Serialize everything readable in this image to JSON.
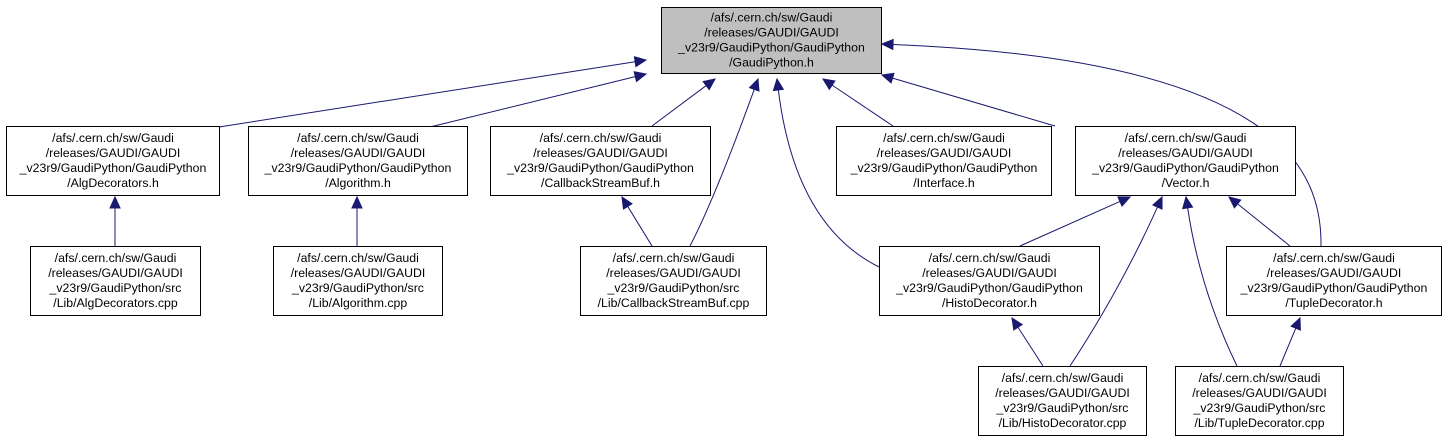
{
  "colors": {
    "edge": "#191970",
    "focus_fill": "#bfbfbf",
    "node_fill": "#ffffff",
    "border": "#000000"
  },
  "nodes": {
    "gaudipython_h": [
      "/afs/.cern.ch/sw/Gaudi",
      "/releases/GAUDI/GAUDI",
      "_v23r9/GaudiPython/GaudiPython",
      "/GaudiPython.h"
    ],
    "algdecorators_h": [
      "/afs/.cern.ch/sw/Gaudi",
      "/releases/GAUDI/GAUDI",
      "_v23r9/GaudiPython/GaudiPython",
      "/AlgDecorators.h"
    ],
    "algorithm_h": [
      "/afs/.cern.ch/sw/Gaudi",
      "/releases/GAUDI/GAUDI",
      "_v23r9/GaudiPython/GaudiPython",
      "/Algorithm.h"
    ],
    "callbackstreambuf_h": [
      "/afs/.cern.ch/sw/Gaudi",
      "/releases/GAUDI/GAUDI",
      "_v23r9/GaudiPython/GaudiPython",
      "/CallbackStreamBuf.h"
    ],
    "interface_h": [
      "/afs/.cern.ch/sw/Gaudi",
      "/releases/GAUDI/GAUDI",
      "_v23r9/GaudiPython/GaudiPython",
      "/Interface.h"
    ],
    "vector_h": [
      "/afs/.cern.ch/sw/Gaudi",
      "/releases/GAUDI/GAUDI",
      "_v23r9/GaudiPython/GaudiPython",
      "/Vector.h"
    ],
    "algdecorators_cpp": [
      "/afs/.cern.ch/sw/Gaudi",
      "/releases/GAUDI/GAUDI",
      "_v23r9/GaudiPython/src",
      "/Lib/AlgDecorators.cpp"
    ],
    "algorithm_cpp": [
      "/afs/.cern.ch/sw/Gaudi",
      "/releases/GAUDI/GAUDI",
      "_v23r9/GaudiPython/src",
      "/Lib/Algorithm.cpp"
    ],
    "callbackstreambuf_cpp": [
      "/afs/.cern.ch/sw/Gaudi",
      "/releases/GAUDI/GAUDI",
      "_v23r9/GaudiPython/src",
      "/Lib/CallbackStreamBuf.cpp"
    ],
    "histodecorator_h": [
      "/afs/.cern.ch/sw/Gaudi",
      "/releases/GAUDI/GAUDI",
      "_v23r9/GaudiPython/GaudiPython",
      "/HistoDecorator.h"
    ],
    "tupledecorator_h": [
      "/afs/.cern.ch/sw/Gaudi",
      "/releases/GAUDI/GAUDI",
      "_v23r9/GaudiPython/GaudiPython",
      "/TupleDecorator.h"
    ],
    "histodecorator_cpp": [
      "/afs/.cern.ch/sw/Gaudi",
      "/releases/GAUDI/GAUDI",
      "_v23r9/GaudiPython/src",
      "/Lib/HistoDecorator.cpp"
    ],
    "tupledecorator_cpp": [
      "/afs/.cern.ch/sw/Gaudi",
      "/releases/GAUDI/GAUDI",
      "_v23r9/GaudiPython/src",
      "/Lib/TupleDecorator.cpp"
    ]
  },
  "edges": [
    {
      "from": "algdecorators_h",
      "to": "gaudipython_h"
    },
    {
      "from": "algorithm_h",
      "to": "gaudipython_h"
    },
    {
      "from": "callbackstreambuf_h",
      "to": "gaudipython_h"
    },
    {
      "from": "callbackstreambuf_cpp",
      "to": "gaudipython_h"
    },
    {
      "from": "histodecorator_h",
      "to": "gaudipython_h"
    },
    {
      "from": "interface_h",
      "to": "gaudipython_h"
    },
    {
      "from": "vector_h",
      "to": "gaudipython_h"
    },
    {
      "from": "tupledecorator_h",
      "to": "gaudipython_h"
    },
    {
      "from": "algdecorators_cpp",
      "to": "algdecorators_h"
    },
    {
      "from": "algorithm_cpp",
      "to": "algorithm_h"
    },
    {
      "from": "callbackstreambuf_cpp",
      "to": "callbackstreambuf_h"
    },
    {
      "from": "histodecorator_h",
      "to": "vector_h"
    },
    {
      "from": "histodecorator_cpp",
      "to": "vector_h"
    },
    {
      "from": "tupledecorator_cpp",
      "to": "vector_h"
    },
    {
      "from": "tupledecorator_h",
      "to": "vector_h"
    },
    {
      "from": "histodecorator_cpp",
      "to": "histodecorator_h"
    },
    {
      "from": "tupledecorator_cpp",
      "to": "tupledecorator_h"
    }
  ]
}
